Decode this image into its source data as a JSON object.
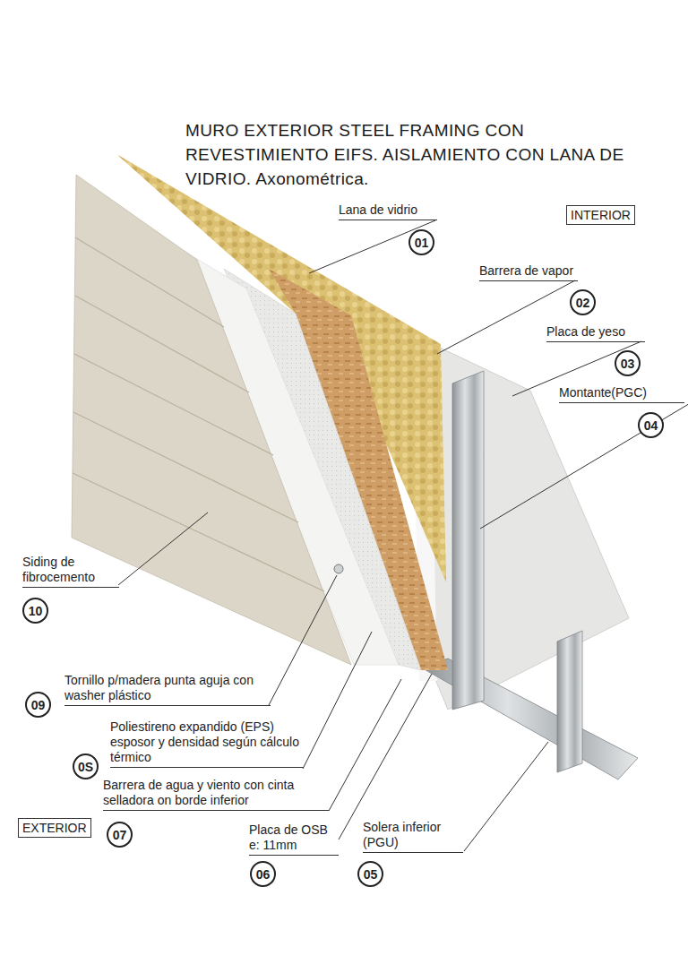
{
  "diagram": {
    "title": "MURO EXTERIOR STEEL FRAMING CON REVESTIMIENTO EIFS. AISLAMIENTO CON LANA DE VIDRIO. Axonométrica.",
    "nodes": [
      {
        "text": [
          "INTERIOR"
        ]
      },
      {
        "text": [
          "01"
        ]
      },
      {
        "text": [
          "02"
        ]
      },
      {
        "text": [
          "03"
        ]
      },
      {
        "text": [
          "04"
        ]
      },
      {
        "text": [
          "10"
        ]
      },
      {
        "text": [
          "09"
        ]
      },
      {
        "text": [
          "0S"
        ]
      },
      {
        "text": [
          "EXTERIOR"
        ]
      },
      {
        "text": [
          "07"
        ]
      },
      {
        "text": [
          "06"
        ]
      },
      {
        "text": [
          "05"
        ]
      }
    ],
    "labels": [
      "Lana de vidrio",
      "Barrera de vapor",
      "Placa de yeso",
      "Montante(PGC)",
      "Siding de fibrocemento",
      "Tornillo p/madera punta aguja con washer plástico",
      "Poliestireno expandido (EPS) esposor y densidad según cálculo térmico",
      "Barrera de agua y viento con cinta selladora on borde inferior",
      "Placa de OSB e: 11mm",
      "Solera inferior (PGU)"
    ]
  }
}
